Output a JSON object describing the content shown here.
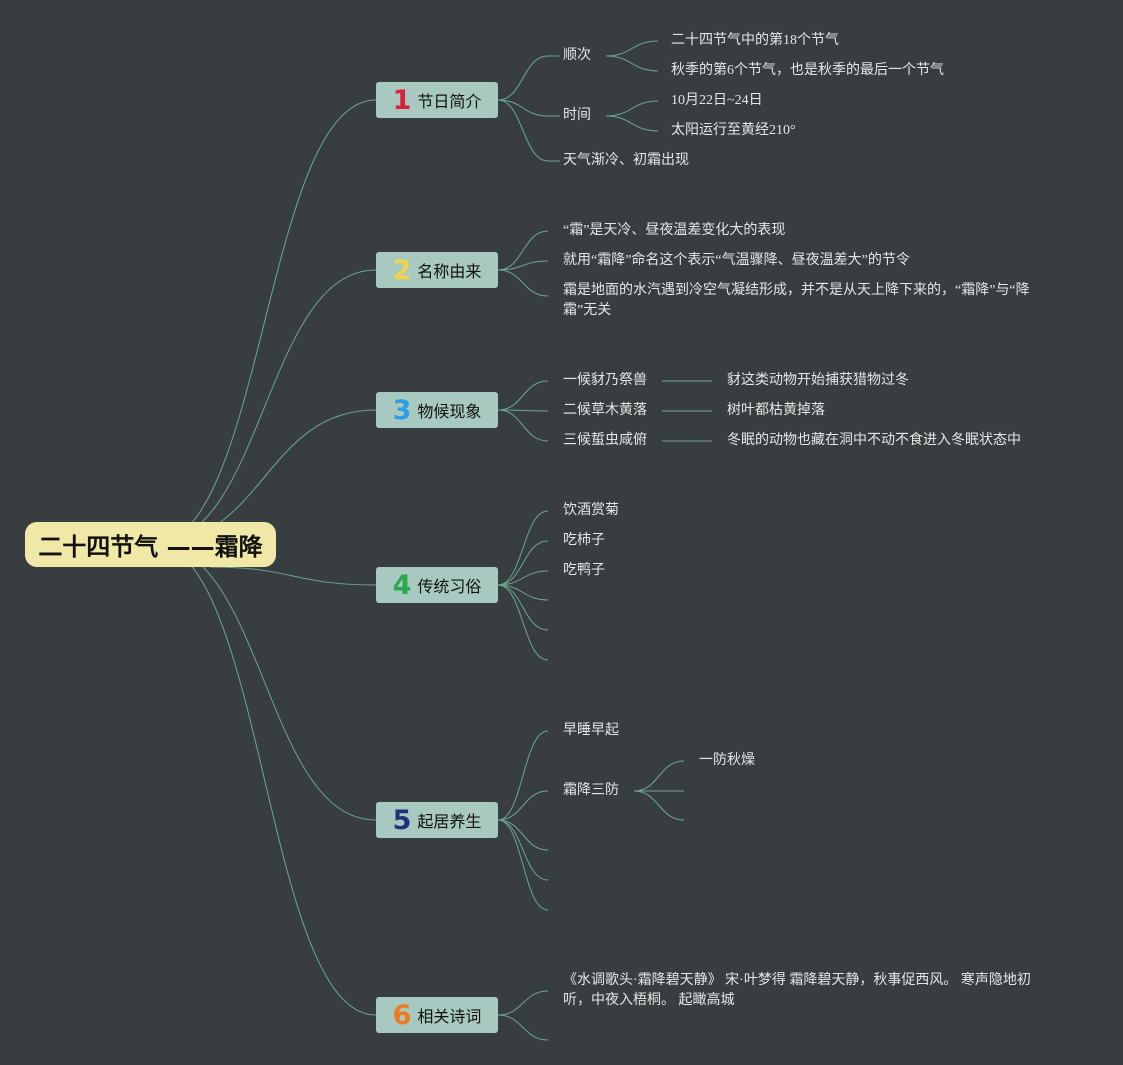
{
  "root": {
    "title": "二十四节气 ——霜降"
  },
  "colors": {
    "background": "#383e40",
    "line": "#6aa690",
    "root_fill": "#f0e8a6",
    "branch_fill": "#a7c9bf",
    "number_colors": [
      "#d8203a",
      "#f2d24a",
      "#2b9ee6",
      "#2aa84a",
      "#23307a",
      "#f07a22"
    ]
  },
  "branches": [
    {
      "number": "1",
      "label": "节日简介",
      "children": [
        {
          "text": "顺次",
          "children": [
            {
              "text": "二十四节气中的第18个节气"
            },
            {
              "text": "秋季的第6个节气，也是秋季的最后一个节气"
            }
          ]
        },
        {
          "text": "时间",
          "children": [
            {
              "text": "10月22日~24日"
            },
            {
              "text": "太阳运行至黄经210°"
            }
          ]
        },
        {
          "text": "天气渐冷、初霜出现"
        }
      ]
    },
    {
      "number": "2",
      "label": "名称由来",
      "children": [
        {
          "text": "“霜”是天冷、昼夜温差变化大的表现"
        },
        {
          "text": "就用“霜降”命名这个表示“气温骤降、昼夜温差大”的节令"
        },
        {
          "text": "霜是地面的水汽遇到冷空气凝结形成，并不是从天上降下来的，“霜降”与“降霜”无关"
        }
      ]
    },
    {
      "number": "3",
      "label": "物候现象",
      "children": [
        {
          "text": "一候豺乃祭兽",
          "children": [
            {
              "text": "豺这类动物开始捕获猎物过冬"
            }
          ]
        },
        {
          "text": "二候草木黄落",
          "children": [
            {
              "text": "树叶都枯黄掉落"
            }
          ]
        },
        {
          "text": "三候蜇虫咸俯",
          "children": [
            {
              "text": "冬眠的动物也藏在洞中不动不食进入冬眠状态中"
            }
          ]
        }
      ]
    },
    {
      "number": "4",
      "label": "传统习俗",
      "children": [
        {
          "text": "饮酒赏菊"
        },
        {
          "text": "吃柿子"
        },
        {
          "text": "吃鸭子"
        },
        {
          "text": ""
        },
        {
          "text": ""
        },
        {
          "text": ""
        }
      ]
    },
    {
      "number": "5",
      "label": "起居养生",
      "children": [
        {
          "text": "早睡早起"
        },
        {
          "text": "霜降三防",
          "children": [
            {
              "text": "一防秋燥"
            },
            {
              "text": ""
            },
            {
              "text": ""
            }
          ]
        },
        {
          "text": ""
        },
        {
          "text": ""
        },
        {
          "text": ""
        }
      ]
    },
    {
      "number": "6",
      "label": "相关诗词",
      "children": [
        {
          "text": "《水调歌头·霜降碧天静》 宋·叶梦得 霜降碧天静，秋事促西风。 寒声隐地初听，中夜入梧桐。 起瞰高城"
        },
        {
          "text": ""
        }
      ]
    }
  ]
}
